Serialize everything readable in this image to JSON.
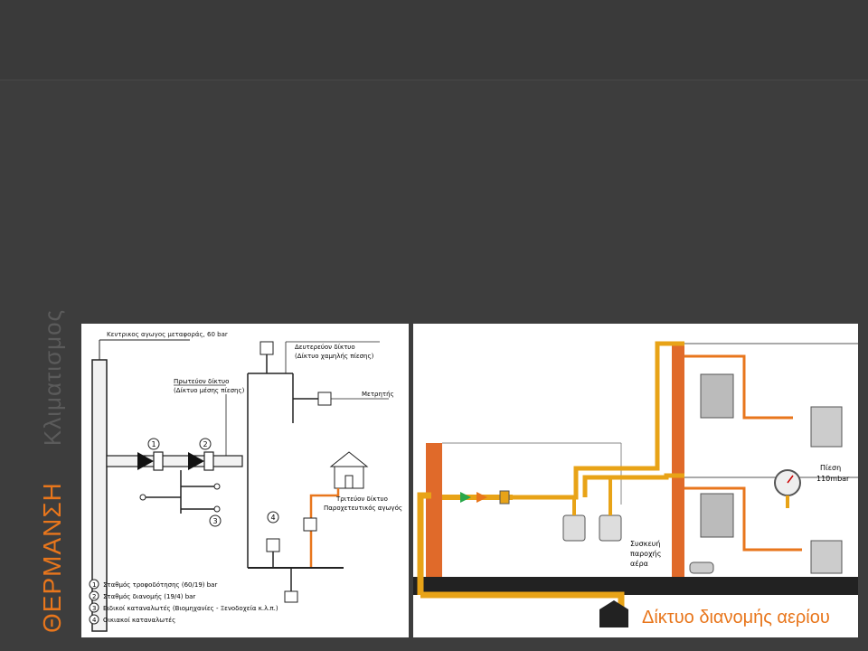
{
  "slide": {
    "title": "ΘΕΡΜΑΝΣΗ",
    "subtitle": "Κλιματισμος"
  },
  "left_diagram": {
    "labels": {
      "main_pipe": "Κεντρικος αγωγος μεταφοράς, 60 bar",
      "secondary_network": "Δευτερεύον δίκτυο",
      "secondary_network_sub": "(Δίκτυο χαμηλής πίεσης)",
      "primary_network": "Πρωτεύον δίκτυο",
      "primary_network_sub": "(Δίκτυο μέσης πίεσης)",
      "meters": "Μετρητής",
      "tertiary_network": "Τριτεύον δίκτυο",
      "tertiary_network_sub": "Παροχετευτικός αγωγός"
    },
    "markers": [
      "1",
      "2",
      "3",
      "4"
    ],
    "legend": [
      {
        "num": "1",
        "text": "Σταθμός τροφοδότησης (60/19) bar"
      },
      {
        "num": "2",
        "text": "Σταθμός διανομής (19/4) bar"
      },
      {
        "num": "3",
        "text": "Ειδικοί καταναλωτές (Βιομηχανίες - Ξενοδοχεία κ.λ.π.)"
      },
      {
        "num": "4",
        "text": "Οικιακοί καταναλωτές"
      }
    ]
  },
  "right_diagram": {
    "labels": {
      "pressure": "Πίεση",
      "pressure_value": "110mbar",
      "supply_device_1": "Συσκευή",
      "supply_device_2": "παροχής",
      "supply_device_3": "αέρα"
    },
    "caption": "Δίκτυο διανομής αερίου"
  },
  "colors": {
    "accent": "#e8761c",
    "background": "#3d3d3d",
    "pipe": "#e8a317",
    "wall": "#e06a2a"
  }
}
